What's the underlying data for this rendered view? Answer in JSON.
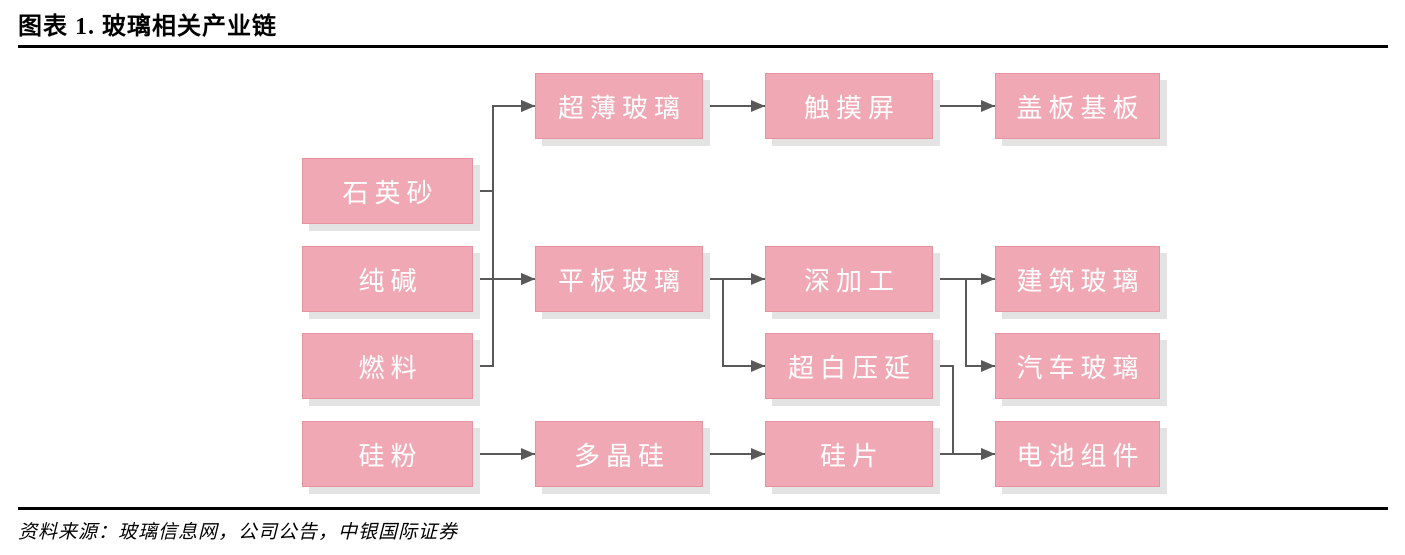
{
  "header": {
    "title": "图表 1. 玻璃相关产业链"
  },
  "footer": {
    "source": "资料来源：玻璃信息网，公司公告，中银国际证券"
  },
  "colors": {
    "box_fill": "#F0A9B4",
    "box_border": "#E693A0",
    "box_text": "#FFFFFF",
    "connector": "#595959",
    "shadow": "#E3E3E3",
    "rule": "#000000",
    "title_text": "#000000"
  },
  "diagram": {
    "description": "玻璃相关产业链流程图：原料 → 中间品 → 加工 → 终端产品",
    "nodes": [
      {
        "label": "石英砂",
        "col": 0,
        "row": 1
      },
      {
        "label": "纯碱",
        "col": 0,
        "row": 2
      },
      {
        "label": "燃料",
        "col": 0,
        "row": 3
      },
      {
        "label": "硅粉",
        "col": 0,
        "row": 4
      },
      {
        "label": "超薄玻璃",
        "col": 1,
        "row": 0
      },
      {
        "label": "平板玻璃",
        "col": 1,
        "row": 2
      },
      {
        "label": "多晶硅",
        "col": 1,
        "row": 4
      },
      {
        "label": "触摸屏",
        "col": 2,
        "row": 0
      },
      {
        "label": "深加工",
        "col": 2,
        "row": 2
      },
      {
        "label": "超白压延",
        "col": 2,
        "row": 3
      },
      {
        "label": "硅片",
        "col": 2,
        "row": 4
      },
      {
        "label": "盖板基板",
        "col": 3,
        "row": 0
      },
      {
        "label": "建筑玻璃",
        "col": 3,
        "row": 2
      },
      {
        "label": "汽车玻璃",
        "col": 3,
        "row": 3
      },
      {
        "label": "电池组件",
        "col": 3,
        "row": 4
      }
    ],
    "edges": [
      {
        "from": "石英砂",
        "to": "超薄玻璃",
        "bus": 493
      },
      {
        "from": "石英砂",
        "to": "平板玻璃",
        "bus": 493
      },
      {
        "from": "纯碱",
        "to": "超薄玻璃",
        "bus": 493
      },
      {
        "from": "纯碱",
        "to": "平板玻璃"
      },
      {
        "from": "燃料",
        "to": "超薄玻璃",
        "bus": 493
      },
      {
        "from": "燃料",
        "to": "平板玻璃",
        "bus": 493
      },
      {
        "from": "超薄玻璃",
        "to": "触摸屏"
      },
      {
        "from": "触摸屏",
        "to": "盖板基板"
      },
      {
        "from": "平板玻璃",
        "to": "深加工"
      },
      {
        "from": "平板玻璃",
        "to": "超白压延",
        "bus": 723
      },
      {
        "from": "深加工",
        "to": "建筑玻璃"
      },
      {
        "from": "深加工",
        "to": "汽车玻璃",
        "bus": 966
      },
      {
        "from": "超白压延",
        "to": "电池组件",
        "bus": 953
      },
      {
        "from": "硅粉",
        "to": "多晶硅"
      },
      {
        "from": "多晶硅",
        "to": "硅片"
      },
      {
        "from": "硅片",
        "to": "电池组件"
      }
    ]
  }
}
